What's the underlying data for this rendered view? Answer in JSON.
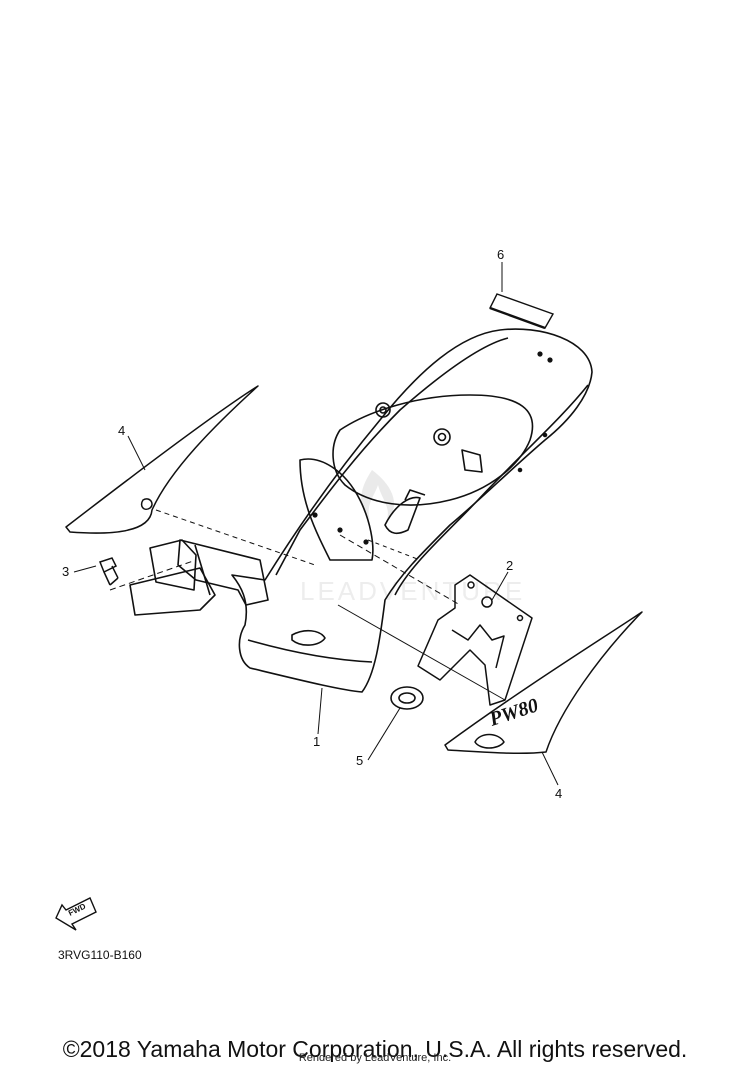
{
  "callouts": {
    "c1": "1",
    "c2": "2",
    "c3": "3",
    "c4a": "4",
    "c4b": "4",
    "c5": "5",
    "c6": "6"
  },
  "decal_text": "PW80",
  "fwd_label": "FWD",
  "watermark_text": "LEADVENTURE",
  "diagram_code": "3RVG110-B160",
  "copyright": "©2018 Yamaha Motor Corporation, U.S.A. All rights reserved.",
  "rendered_by": "Rendered by LeadVenture, Inc.",
  "colors": {
    "line": "#111111",
    "watermark": "#d8d8d8",
    "background": "#ffffff"
  }
}
